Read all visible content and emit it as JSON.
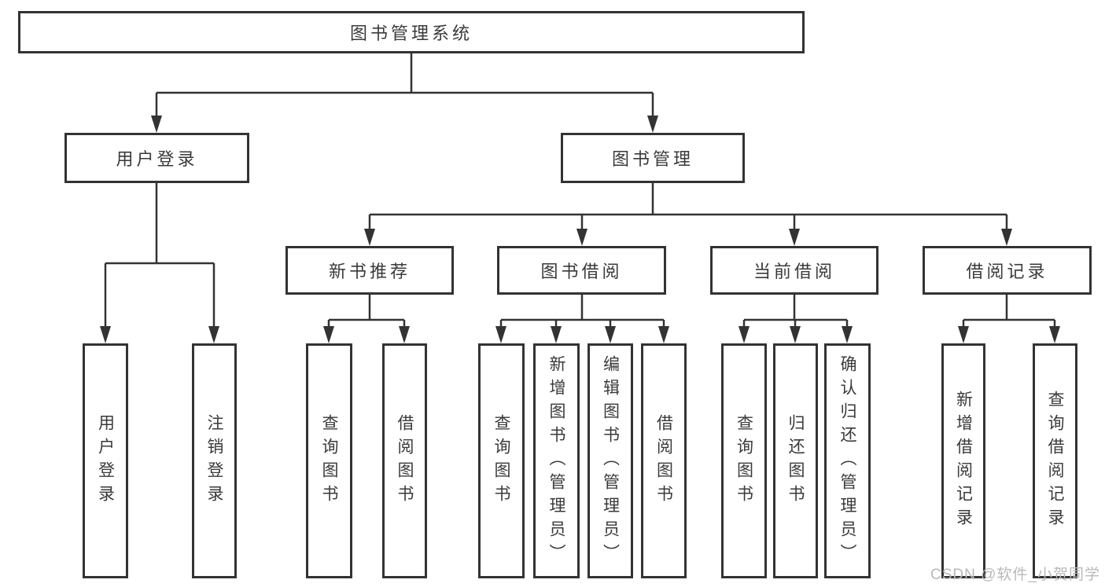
{
  "diagram": {
    "type": "tree",
    "root": {
      "label": "图书管理系统",
      "children": [
        {
          "label": "用户登录",
          "children": [
            {
              "label": "用户登录"
            },
            {
              "label": "注销登录"
            }
          ]
        },
        {
          "label": "图书管理",
          "children": [
            {
              "label": "新书推荐",
              "children": [
                {
                  "label": "查询图书"
                },
                {
                  "label": "借阅图书"
                }
              ]
            },
            {
              "label": "图书借阅",
              "children": [
                {
                  "label": "查询图书"
                },
                {
                  "label": "新增图书（管理员）"
                },
                {
                  "label": "编辑图书（管理员）"
                },
                {
                  "label": "借阅图书"
                }
              ]
            },
            {
              "label": "当前借阅",
              "children": [
                {
                  "label": "查询图书"
                },
                {
                  "label": "归还图书"
                },
                {
                  "label": "确认归还（管理员）"
                }
              ]
            },
            {
              "label": "借阅记录",
              "children": [
                {
                  "label": "新增借阅记录"
                },
                {
                  "label": "查询借阅记录"
                }
              ]
            }
          ]
        }
      ]
    },
    "colors": {
      "line": "#333333",
      "box_border": "#333333",
      "text": "#3a3a3a",
      "background": "#ffffff",
      "watermark": "#b9b9b9"
    }
  },
  "watermark": {
    "text": "CSDN @软件_小贺同学"
  }
}
